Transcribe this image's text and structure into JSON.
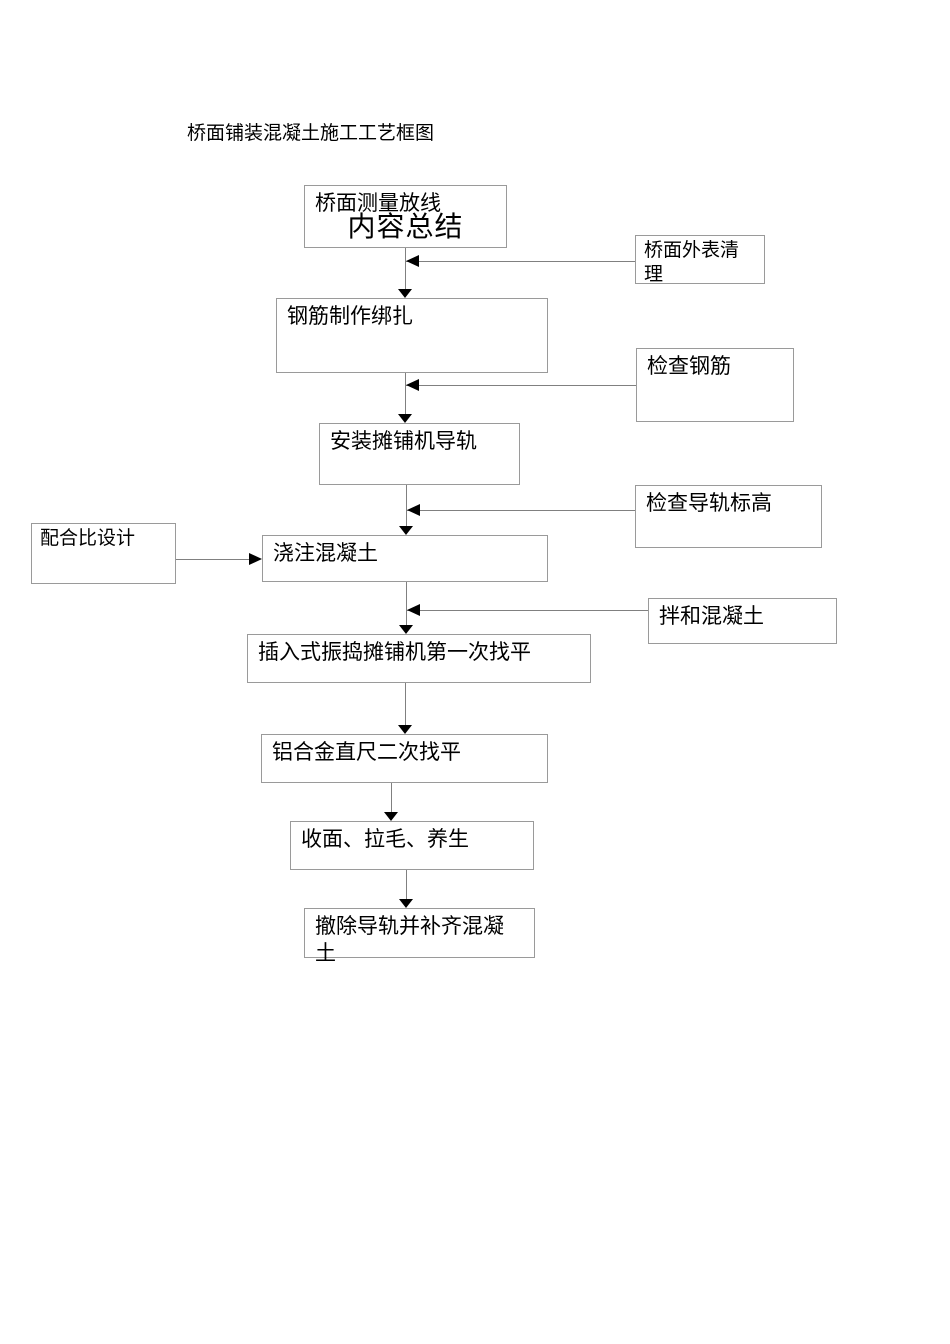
{
  "page": {
    "title": "桥面铺装混凝土施工工艺框图",
    "background_color": "#ffffff"
  },
  "flowchart": {
    "overlay_text": "内容总结",
    "main_nodes": [
      {
        "id": "deck-survey",
        "label": "桥面测量放线"
      },
      {
        "id": "rebar-fabrication",
        "label": "钢筋制作绑扎"
      },
      {
        "id": "paver-rail-install",
        "label": "安装摊铺机导轨"
      },
      {
        "id": "concrete-pouring",
        "label": "浇注混凝土"
      },
      {
        "id": "first-leveling",
        "label": "插入式振捣摊铺机第一次找平"
      },
      {
        "id": "second-leveling",
        "label": "铝合金直尺二次找平"
      },
      {
        "id": "surface-finishing",
        "label": "收面、拉毛、养生"
      },
      {
        "id": "rail-removal",
        "label": "撤除导轨并补齐混凝土"
      }
    ],
    "side_nodes": [
      {
        "id": "deck-surface-cleaning",
        "label": "桥面外表清理",
        "side": "right"
      },
      {
        "id": "rebar-inspection",
        "label": "检查钢筋",
        "side": "right"
      },
      {
        "id": "rail-elevation-check",
        "label": "检查导轨标高",
        "side": "right"
      },
      {
        "id": "mix-design",
        "label": "配合比设计",
        "side": "left"
      },
      {
        "id": "concrete-mixing",
        "label": "拌和混凝土",
        "side": "right"
      }
    ],
    "colors": {
      "box_border": "#9a9a9a",
      "connector_line": "#808080",
      "arrowhead": "#000000",
      "text": "#000000"
    }
  }
}
